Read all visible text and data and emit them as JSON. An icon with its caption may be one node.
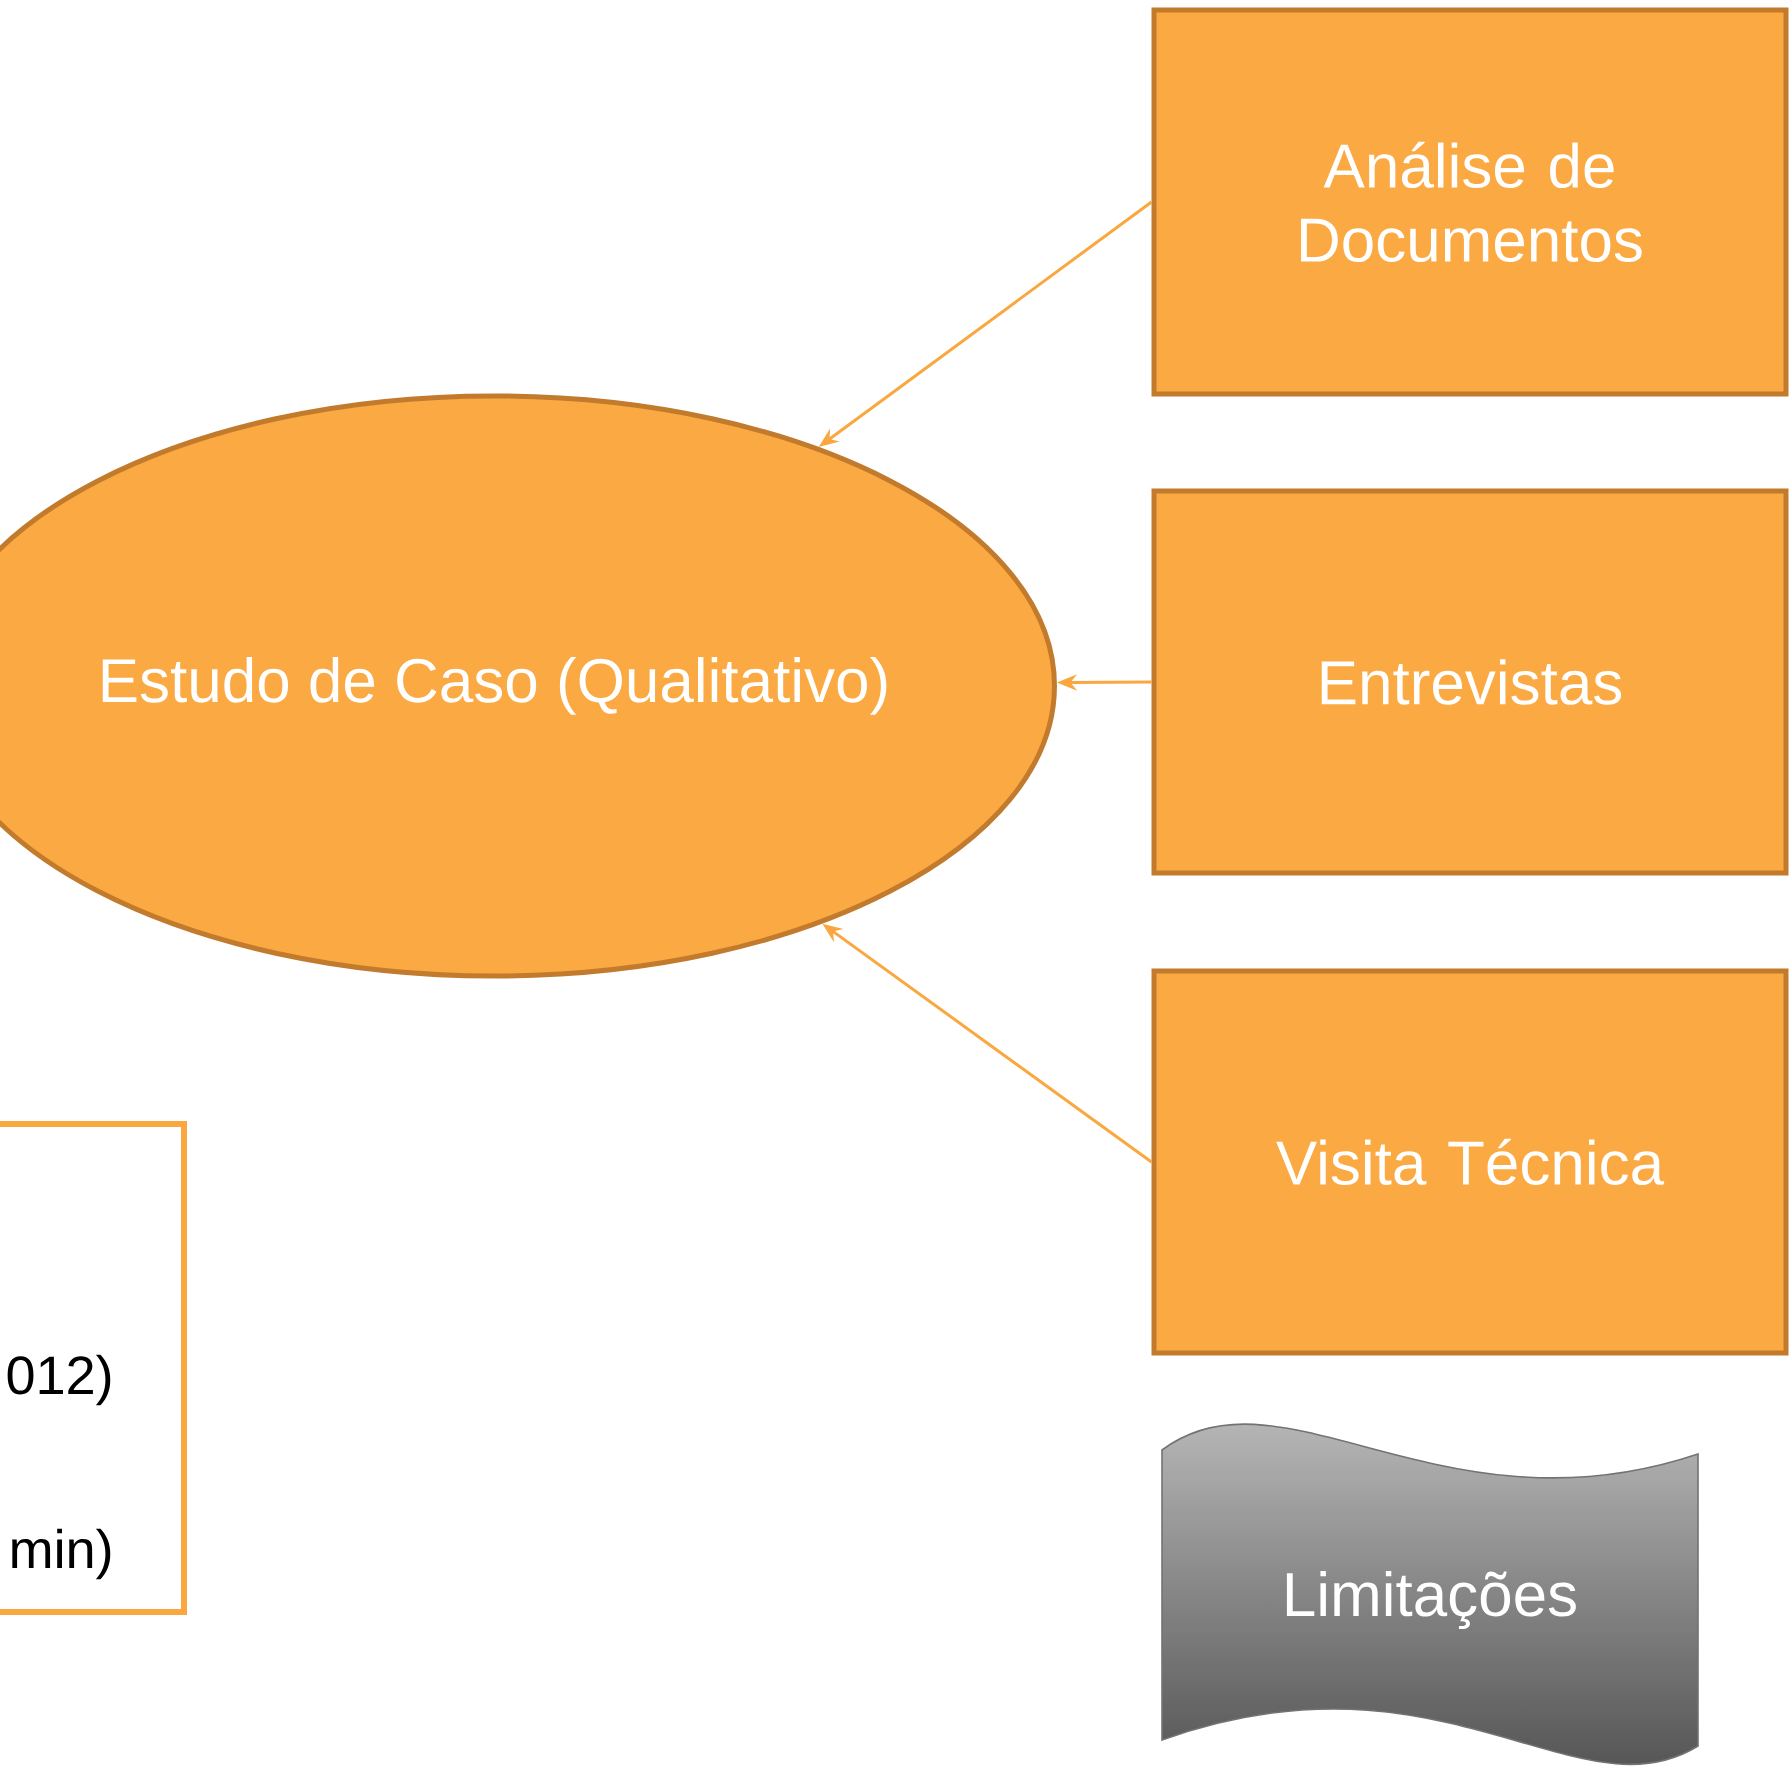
{
  "diagram": {
    "nodes": [
      {
        "text": [
          "Estudo de Caso (Qualitativo)"
        ]
      },
      {
        "text": [
          "Análise de Documentos"
        ]
      },
      {
        "text": [
          "Entrevistas"
        ]
      },
      {
        "text": [
          "Visita Técnica"
        ]
      },
      {
        "text": [
          "Limitações"
        ]
      },
      {
        "text": [
          "012)",
          "min)"
        ]
      }
    ],
    "edges": [
      {
        "from": 1,
        "to": 0,
        "arrow": "to"
      },
      {
        "from": 2,
        "to": 0,
        "arrow": "to"
      },
      {
        "from": 3,
        "to": 0,
        "arrow": "to"
      }
    ]
  }
}
